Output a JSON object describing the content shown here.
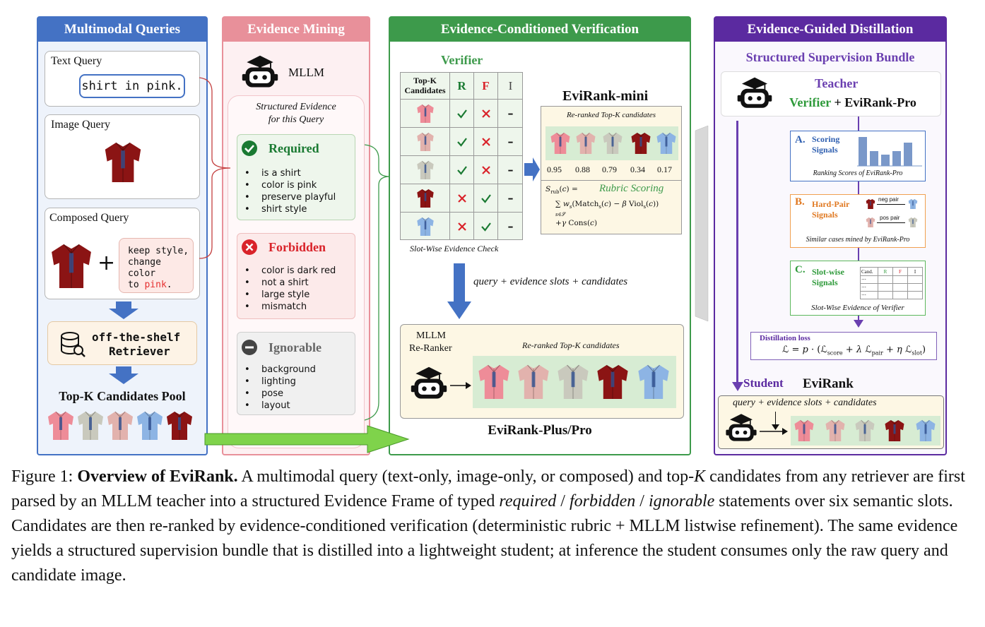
{
  "panels": {
    "queries": "Multimodal Queries",
    "mining": "Evidence Mining",
    "verify": "Evidence-Conditioned Verification",
    "distill": "Evidence-Guided Distillation"
  },
  "queries": {
    "text_label": "Text Query",
    "text_value": "shirt in pink.",
    "image_label": "Image Query",
    "composed_label": "Composed Query",
    "plus": "+",
    "mod_line1": "keep style,",
    "mod_line2": "change color",
    "mod_line3a": "to ",
    "mod_pink": "pink",
    "mod_dot": ".",
    "retriever_line1": "off-the-shelf",
    "retriever_line2": "Retriever",
    "pool_title": "Top-K Candidates Pool"
  },
  "mining": {
    "mllm": "MLLM",
    "frame_line1": "Structured Evidence",
    "frame_line2": "for this Query",
    "required_title": "Required",
    "required_items": [
      "is a shirt",
      "color is pink",
      "preserve playful",
      "shirt style"
    ],
    "forbidden_title": "Forbidden",
    "forbidden_items": [
      "color is dark red",
      "not a shirt",
      "large style",
      "mismatch"
    ],
    "ignorable_title": "Ignorable",
    "ignorable_items": [
      "background",
      "lighting",
      "pose",
      "layout"
    ]
  },
  "verify": {
    "verifier": "Verifier",
    "col_cand1": "Top-K",
    "col_cand2": "Candidates",
    "col_r": "R",
    "col_f": "F",
    "col_i": "I",
    "check_caption": "Slot-Wise Evidence Check",
    "mini_title": "EviRank-mini",
    "reranked": "Re-ranked Top-K candidates",
    "scores": [
      "0.95",
      "0.88",
      "0.79",
      "0.34",
      "0.17"
    ],
    "rubric_label": "Rubric Scoring",
    "arrow_text": "query + evidence slots + candidates",
    "reranker_line1": "MLLM",
    "reranker_line2": "Re-Ranker",
    "reranked2": "Re-ranked Top-K candidates",
    "plus_pro": "EviRank-Plus/Pro"
  },
  "distill": {
    "bundle": "Structured Supervision Bundle",
    "teacher": "Teacher",
    "verifier": "Verifier",
    "plus_pro": " + EviRank-Pro",
    "a_letter": "A.",
    "a_line1": "Scoring",
    "a_line2": "Signals",
    "a_caption": "Ranking Scores of EviRank-Pro",
    "b_letter": "B.",
    "b_line1": "Hard-Pair",
    "b_line2": "Signals",
    "b_neg": "neg pair",
    "b_pos": "pos pair",
    "b_caption": "Similar cases mined by EviRank-Pro",
    "c_letter": "C.",
    "c_line1": "Slot-wise",
    "c_line2": "Signals",
    "c_cand": "Cand.",
    "c_r": "R",
    "c_f": "F",
    "c_i": "I",
    "c_dots": "⋯",
    "c_caption": "Slot-Wise Evidence of Verifier",
    "loss_label": "Distillation loss",
    "student": "Student",
    "evirank": "EviRank",
    "student_input": "query + evidence slots + candidates"
  },
  "caption": {
    "fig": "Figure 1: ",
    "bold": "Overview of EviRank.",
    "t1": " A multimodal query (text-only, image-only, or composed) and top-",
    "k": "K",
    "t2": " candidates from any retriever are first parsed by an MLLM teacher into a structured Evidence Frame of typed ",
    "i1": "required",
    "s1": " / ",
    "i2": "forbidden",
    "s2": " / ",
    "i3": "ignorable",
    "t3": " statements over six semantic slots. Candidates are then re-ranked by evidence-conditioned verification (deterministic rubric + MLLM listwise refinement). The same evidence yields a structured supervision bundle that is distilled into a lightweight student; at inference the student consumes only the raw query and candidate image."
  },
  "colors": {
    "blue": "#4472c4",
    "pink": "#e8909a",
    "green": "#3d9a4b",
    "purple": "#5b2aa0"
  }
}
